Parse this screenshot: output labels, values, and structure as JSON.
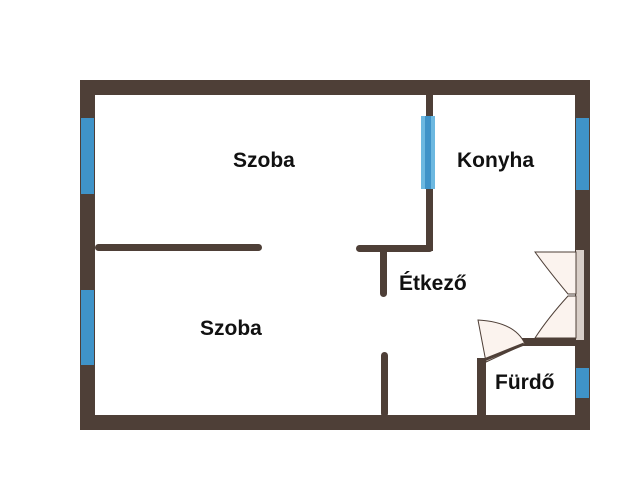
{
  "rooms": [
    {
      "label": "Szoba"
    },
    {
      "label": "Konyha"
    },
    {
      "label": "Étkező"
    },
    {
      "label": "Szoba"
    },
    {
      "label": "Fürdő"
    }
  ],
  "colors": {
    "wall": "#4e3f37",
    "window": "#3f93c8",
    "window_light": "#6cb8e0",
    "door_fill": "#fbf3ee",
    "floor": "#ffffff"
  }
}
